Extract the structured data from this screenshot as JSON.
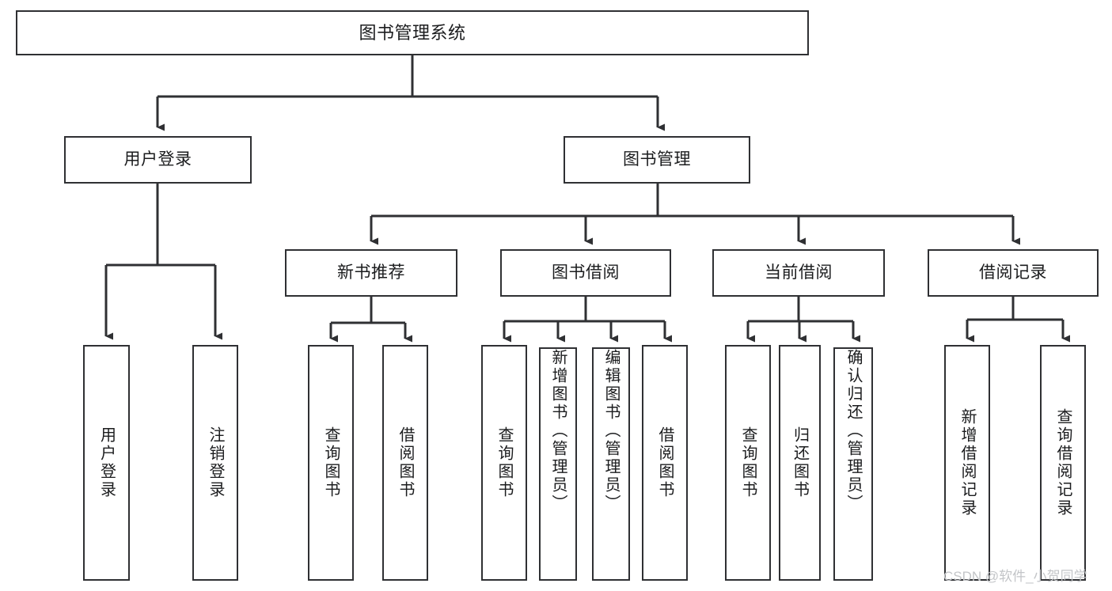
{
  "diagram": {
    "title": "图书管理系统",
    "type": "tree-hierarchy",
    "stroke_color": "#2f3033",
    "background_color": "#ffffff",
    "text_color": "#1b1c1e",
    "root": {
      "label": "图书管理系统"
    },
    "level2": [
      {
        "label": "用户登录"
      },
      {
        "label": "图书管理"
      }
    ],
    "level3": [
      {
        "label": "新书推荐"
      },
      {
        "label": "图书借阅"
      },
      {
        "label": "当前借阅"
      },
      {
        "label": "借阅记录"
      }
    ],
    "leaves": {
      "user_login": [
        {
          "label": "用户登录"
        },
        {
          "label": "注销登录"
        }
      ],
      "new_book_recommend": [
        {
          "label": "查询图书"
        },
        {
          "label": "借阅图书"
        }
      ],
      "book_borrow": [
        {
          "label": "查询图书"
        },
        {
          "label": "新增图书（管理员）"
        },
        {
          "label": "编辑图书（管理员）"
        },
        {
          "label": "借阅图书"
        }
      ],
      "current_borrow": [
        {
          "label": "查询图书"
        },
        {
          "label": "归还图书"
        },
        {
          "label": "确认归还（管理员）"
        }
      ],
      "borrow_record": [
        {
          "label": "新增借阅记录"
        },
        {
          "label": "查询借阅记录"
        }
      ]
    }
  },
  "watermark": {
    "text": "CSDN @软件_小贺同学"
  }
}
